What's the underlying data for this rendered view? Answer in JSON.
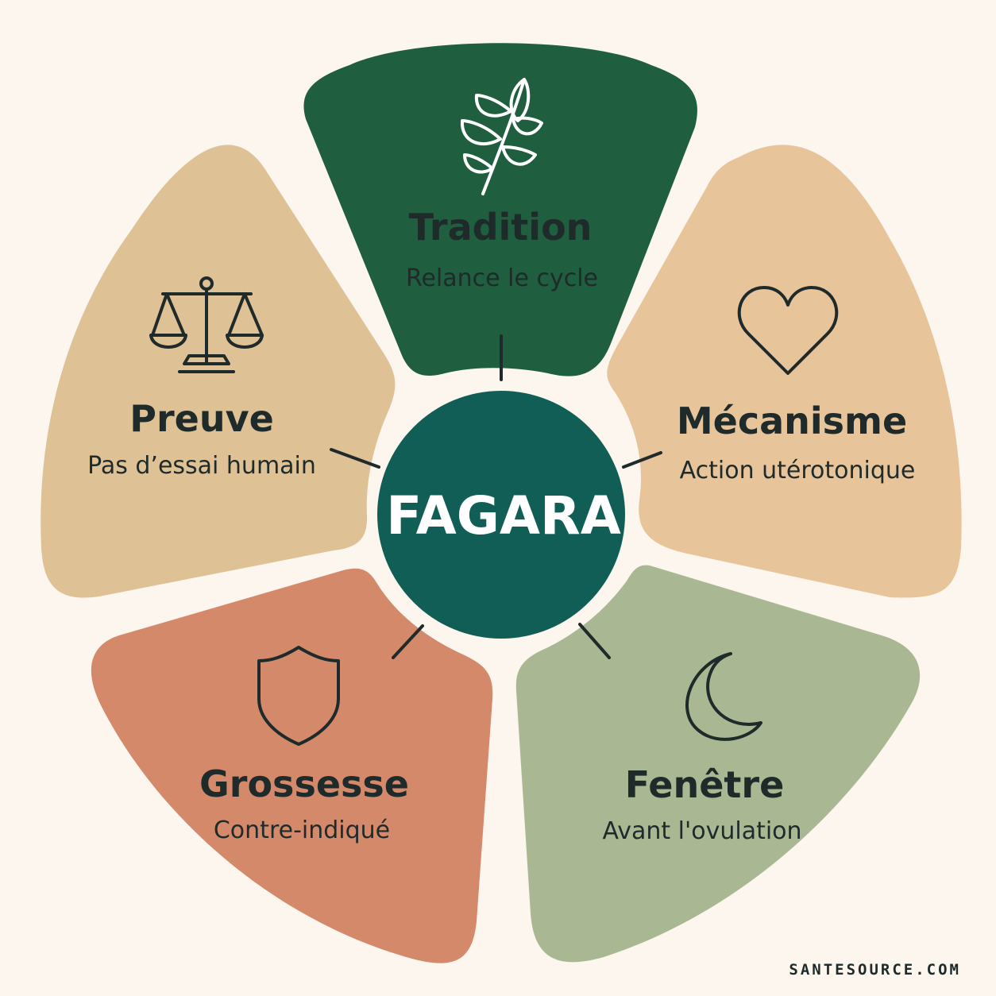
{
  "center": {
    "label": "FAGARA",
    "color": "#105e56"
  },
  "petals": [
    {
      "key": "tradition",
      "title": "Tradition",
      "subtitle": "Relance le cycle",
      "color": "#1f5e3e",
      "icon": "leaf-branch-icon"
    },
    {
      "key": "mecanisme",
      "title": "Mécanisme",
      "subtitle": "Action utérotonique",
      "color": "#e7c49a",
      "icon": "heart-icon"
    },
    {
      "key": "fenetre",
      "title": "Fenêtre",
      "subtitle": "Avant l'ovulation",
      "color": "#a9b893",
      "icon": "moon-icon"
    },
    {
      "key": "grossesse",
      "title": "Grossesse",
      "subtitle": "Contre-indiqué",
      "color": "#d4896a",
      "icon": "shield-icon"
    },
    {
      "key": "preuve",
      "title": "Preuve",
      "subtitle": "Pas d’essai humain",
      "color": "#dfc196",
      "icon": "scales-icon"
    }
  ],
  "brand": "SANTESOURCE.COM",
  "colors": {
    "background": "#fcf6ee",
    "ink": "#1f2a2a"
  }
}
